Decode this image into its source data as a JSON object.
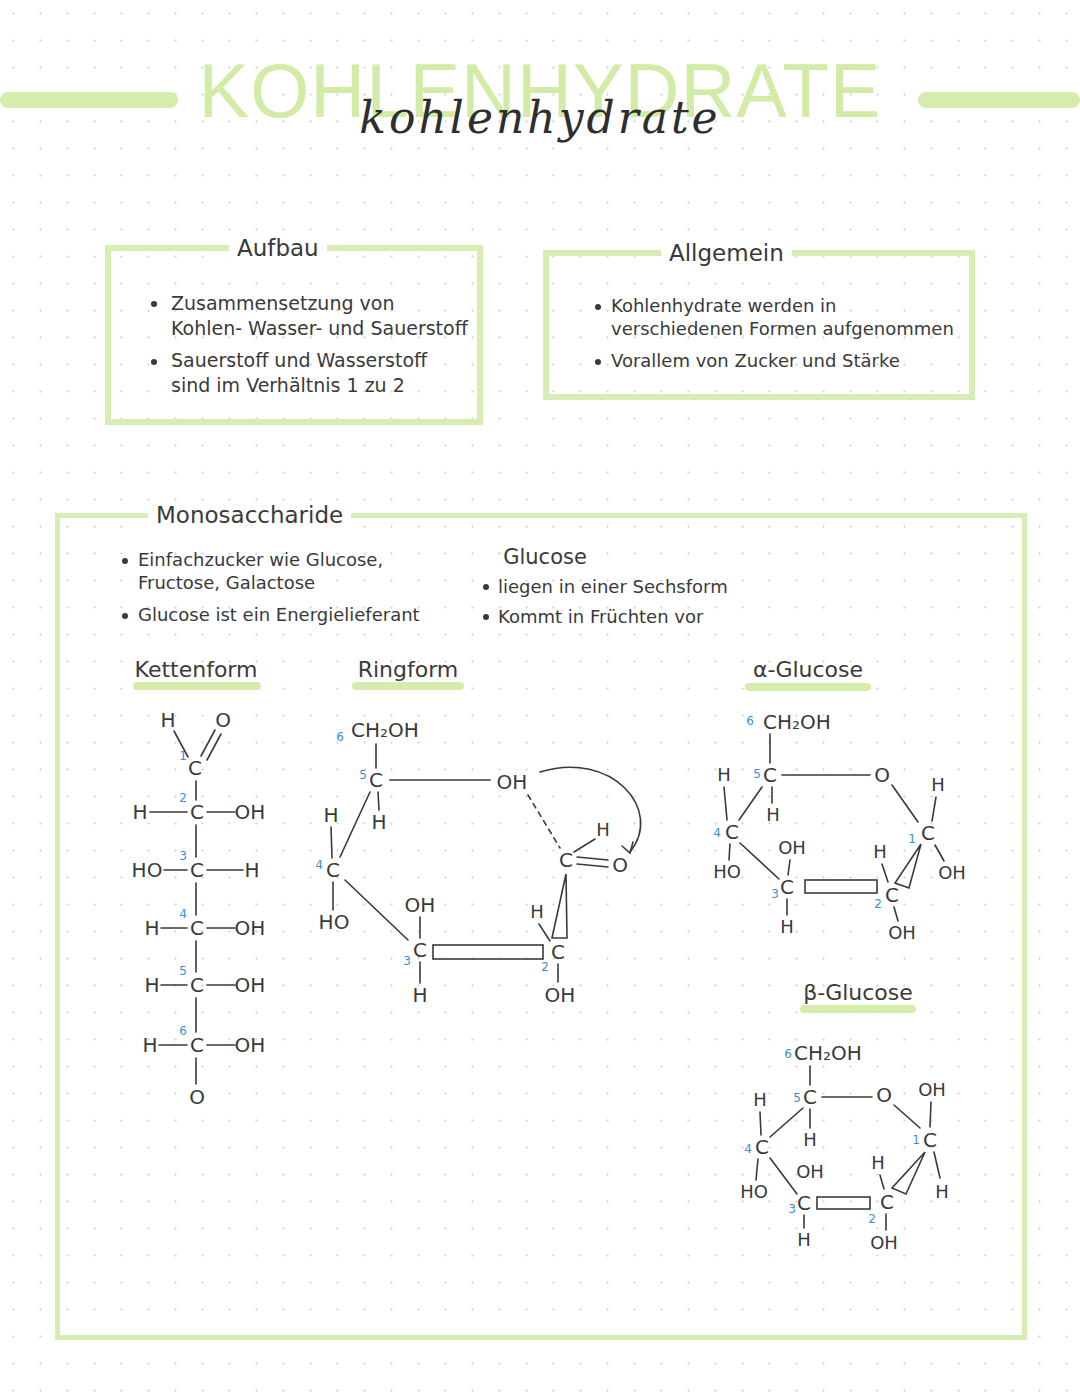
{
  "diagram": {
    "title": "KOHLENHYDRATE",
    "nodes": [
      {
        "text": [
          "Aufbau",
          "Zusammensetzung von Kohlen- Wasser- und Sauerstoff",
          "Sauerstoff und Wasserstoff sind im Verhältnis 1 zu 2"
        ]
      },
      {
        "text": [
          "Allgemein",
          "Kohlenhydrate werden in verschiedenen Formen aufgenommen",
          "Vorallem von Zucker und Stärke"
        ]
      },
      {
        "text": [
          "Monosaccharide",
          "Einfachzucker wie Glucose, Fructose, Galactose",
          "Glucose ist ein Energielieferant"
        ]
      }
    ],
    "labels": [
      "kohlenhydrate",
      "Glucose",
      "liegen in einer Sechsform",
      "Kommt in Früchten vor",
      "Kettenform",
      "Ringform",
      "α-Glucose",
      "β-Glucose",
      "H",
      "O",
      "C",
      "1",
      "H",
      "C",
      "OH",
      "2",
      "HO",
      "C",
      "H",
      "3",
      "H",
      "C",
      "OH",
      "4",
      "H",
      "C",
      "OH",
      "5",
      "H",
      "C",
      "OH",
      "6",
      "O",
      "CH₂OH",
      "6",
      "C",
      "5",
      "H",
      "OH",
      "C",
      "H",
      "O",
      "H",
      "C",
      "2",
      "OH",
      "H",
      "C",
      "4",
      "HO",
      "OH",
      "C",
      "3",
      "H",
      "6",
      "CH₂OH",
      "C",
      "5",
      "H",
      "H",
      "C",
      "4",
      "HO",
      "O",
      "C",
      "1",
      "H",
      "OH",
      "C",
      "2",
      "H",
      "OH",
      "OH",
      "C",
      "3",
      "H",
      "CH₂OH",
      "6",
      "C",
      "5",
      "H",
      "C",
      "4",
      "HO",
      "H",
      "O",
      "OH",
      "C",
      "1",
      "H",
      "C",
      "2",
      "H",
      "OH",
      "OH",
      "C",
      "3",
      "H"
    ]
  }
}
